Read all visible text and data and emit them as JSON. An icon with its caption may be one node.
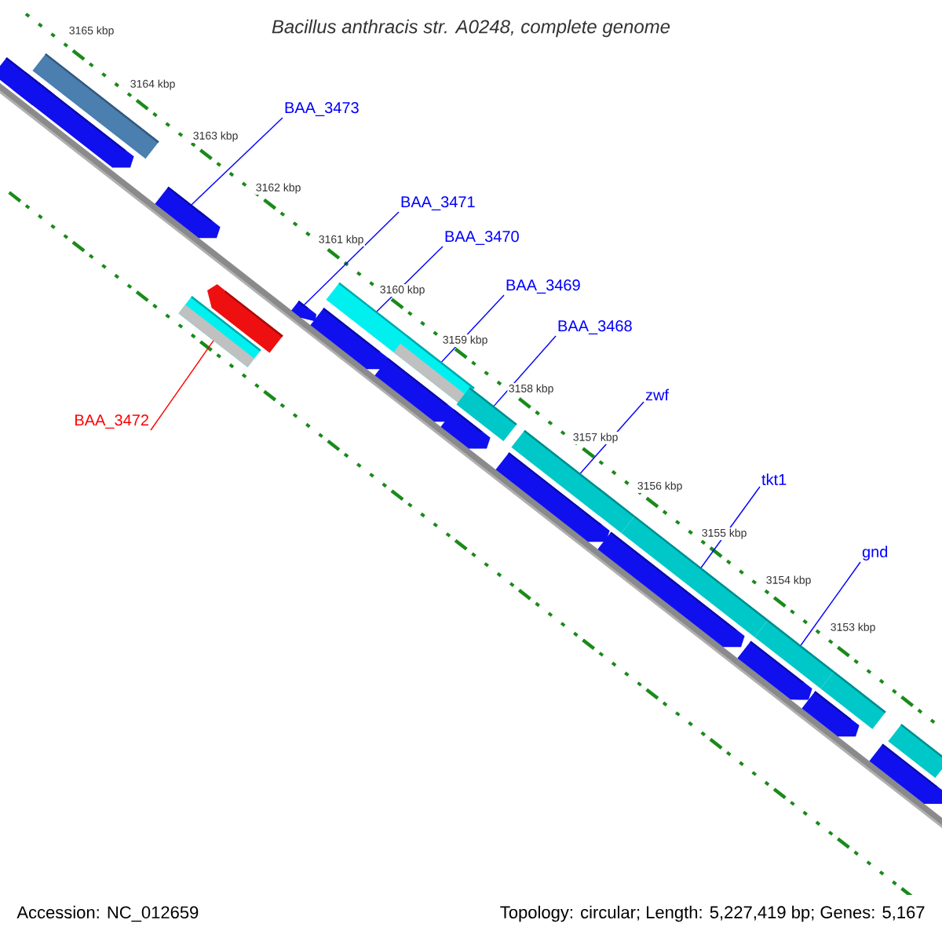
{
  "diagram": {
    "title": "Bacillus anthracis str. A0248, complete genome",
    "nodes": [
      {
        "text": [
          "BAA_3473"
        ]
      },
      {
        "text": [
          "BAA_3471"
        ]
      },
      {
        "text": [
          "BAA_3470"
        ]
      },
      {
        "text": [
          "BAA_3469"
        ]
      },
      {
        "text": [
          "BAA_3468"
        ]
      },
      {
        "text": [
          "zwf"
        ]
      },
      {
        "text": [
          "BAA_3472"
        ]
      },
      {
        "text": [
          "tkt1"
        ]
      },
      {
        "text": [
          "gnd"
        ]
      },
      {
        "text": [],
        "shape": "pentagon"
      },
      {
        "text": [],
        "shape": "pentagon"
      },
      {
        "text": [],
        "shape": "bar"
      },
      {
        "text": [],
        "shape": "pentagon"
      },
      {
        "text": [],
        "shape": "bar"
      },
      {
        "text": [],
        "shape": "pentagon"
      },
      {
        "text": [],
        "shape": "pentagon"
      },
      {
        "text": [],
        "shape": "pentagon"
      },
      {
        "text": [],
        "shape": "bar"
      },
      {
        "text": [],
        "shape": "pentagon"
      },
      {
        "text": [],
        "shape": "bar"
      },
      {
        "text": [],
        "shape": "pentagon"
      },
      {
        "text": [],
        "shape": "bar"
      },
      {
        "text": [],
        "shape": "pentagon"
      },
      {
        "text": [],
        "shape": "bar"
      },
      {
        "text": [],
        "shape": "pentagon"
      },
      {
        "text": [],
        "shape": "bar"
      },
      {
        "text": [],
        "shape": "pentagon"
      },
      {
        "text": [],
        "shape": "bar"
      },
      {
        "text": [],
        "shape": "pentagon"
      },
      {
        "text": [],
        "shape": "bar"
      },
      {
        "text": [],
        "shape": "pentagon"
      },
      {
        "text": [],
        "shape": "bar"
      }
    ],
    "edges": [
      {
        "from": 0,
        "to": 12,
        "arrow": "none"
      },
      {
        "from": 1,
        "to": 15,
        "arrow": "none"
      },
      {
        "from": 2,
        "to": 17,
        "arrow": "none"
      },
      {
        "from": 3,
        "to": 19,
        "arrow": "none"
      },
      {
        "from": 4,
        "to": 21,
        "arrow": "none"
      },
      {
        "from": 5,
        "to": 23,
        "arrow": "none"
      },
      {
        "from": 6,
        "to": 13,
        "arrow": "none",
        "color": "#ff0000"
      },
      {
        "from": 7,
        "to": 25,
        "arrow": "none"
      },
      {
        "from": 8,
        "to": 27,
        "arrow": "none"
      }
    ],
    "labels": [
      "3165 kbp",
      "3164 kbp",
      "3163 kbp",
      "3162 kbp",
      "3161 kbp",
      "3160 kbp",
      "3159 kbp",
      "3158 kbp",
      "3157 kbp",
      "3156 kbp",
      "3155 kbp",
      "3154 kbp",
      "3153 kbp",
      "Accession: NC_012659",
      "Topology: circular; Length: 5,227,419 bp; Genes: 5,167"
    ]
  }
}
